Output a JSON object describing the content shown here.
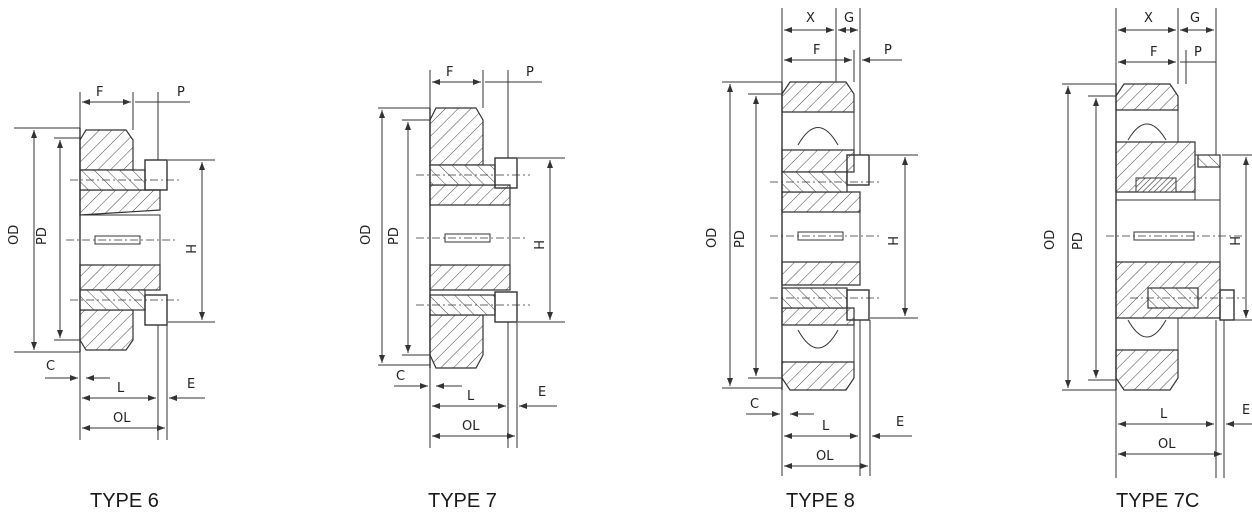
{
  "diagrams": [
    {
      "type_label": "TYPE 6",
      "dims": {
        "F": "F",
        "P": "P",
        "OD": "OD",
        "PD": "PD",
        "H": "H",
        "C": "C",
        "L": "L",
        "E": "E",
        "OL": "OL"
      }
    },
    {
      "type_label": "TYPE 7",
      "dims": {
        "F": "F",
        "P": "P",
        "OD": "OD",
        "PD": "PD",
        "H": "H",
        "C": "C",
        "L": "L",
        "E": "E",
        "OL": "OL"
      }
    },
    {
      "type_label": "TYPE 8",
      "dims": {
        "X": "X",
        "G": "G",
        "F": "F",
        "P": "P",
        "OD": "OD",
        "PD": "PD",
        "H": "H",
        "C": "C",
        "L": "L",
        "E": "E",
        "OL": "OL"
      }
    },
    {
      "type_label": "TYPE 7C",
      "dims": {
        "X": "X",
        "G": "G",
        "F": "F",
        "P": "P",
        "OD": "OD",
        "PD": "PD",
        "H": "H",
        "L": "L",
        "E": "E",
        "OL": "OL"
      }
    }
  ]
}
